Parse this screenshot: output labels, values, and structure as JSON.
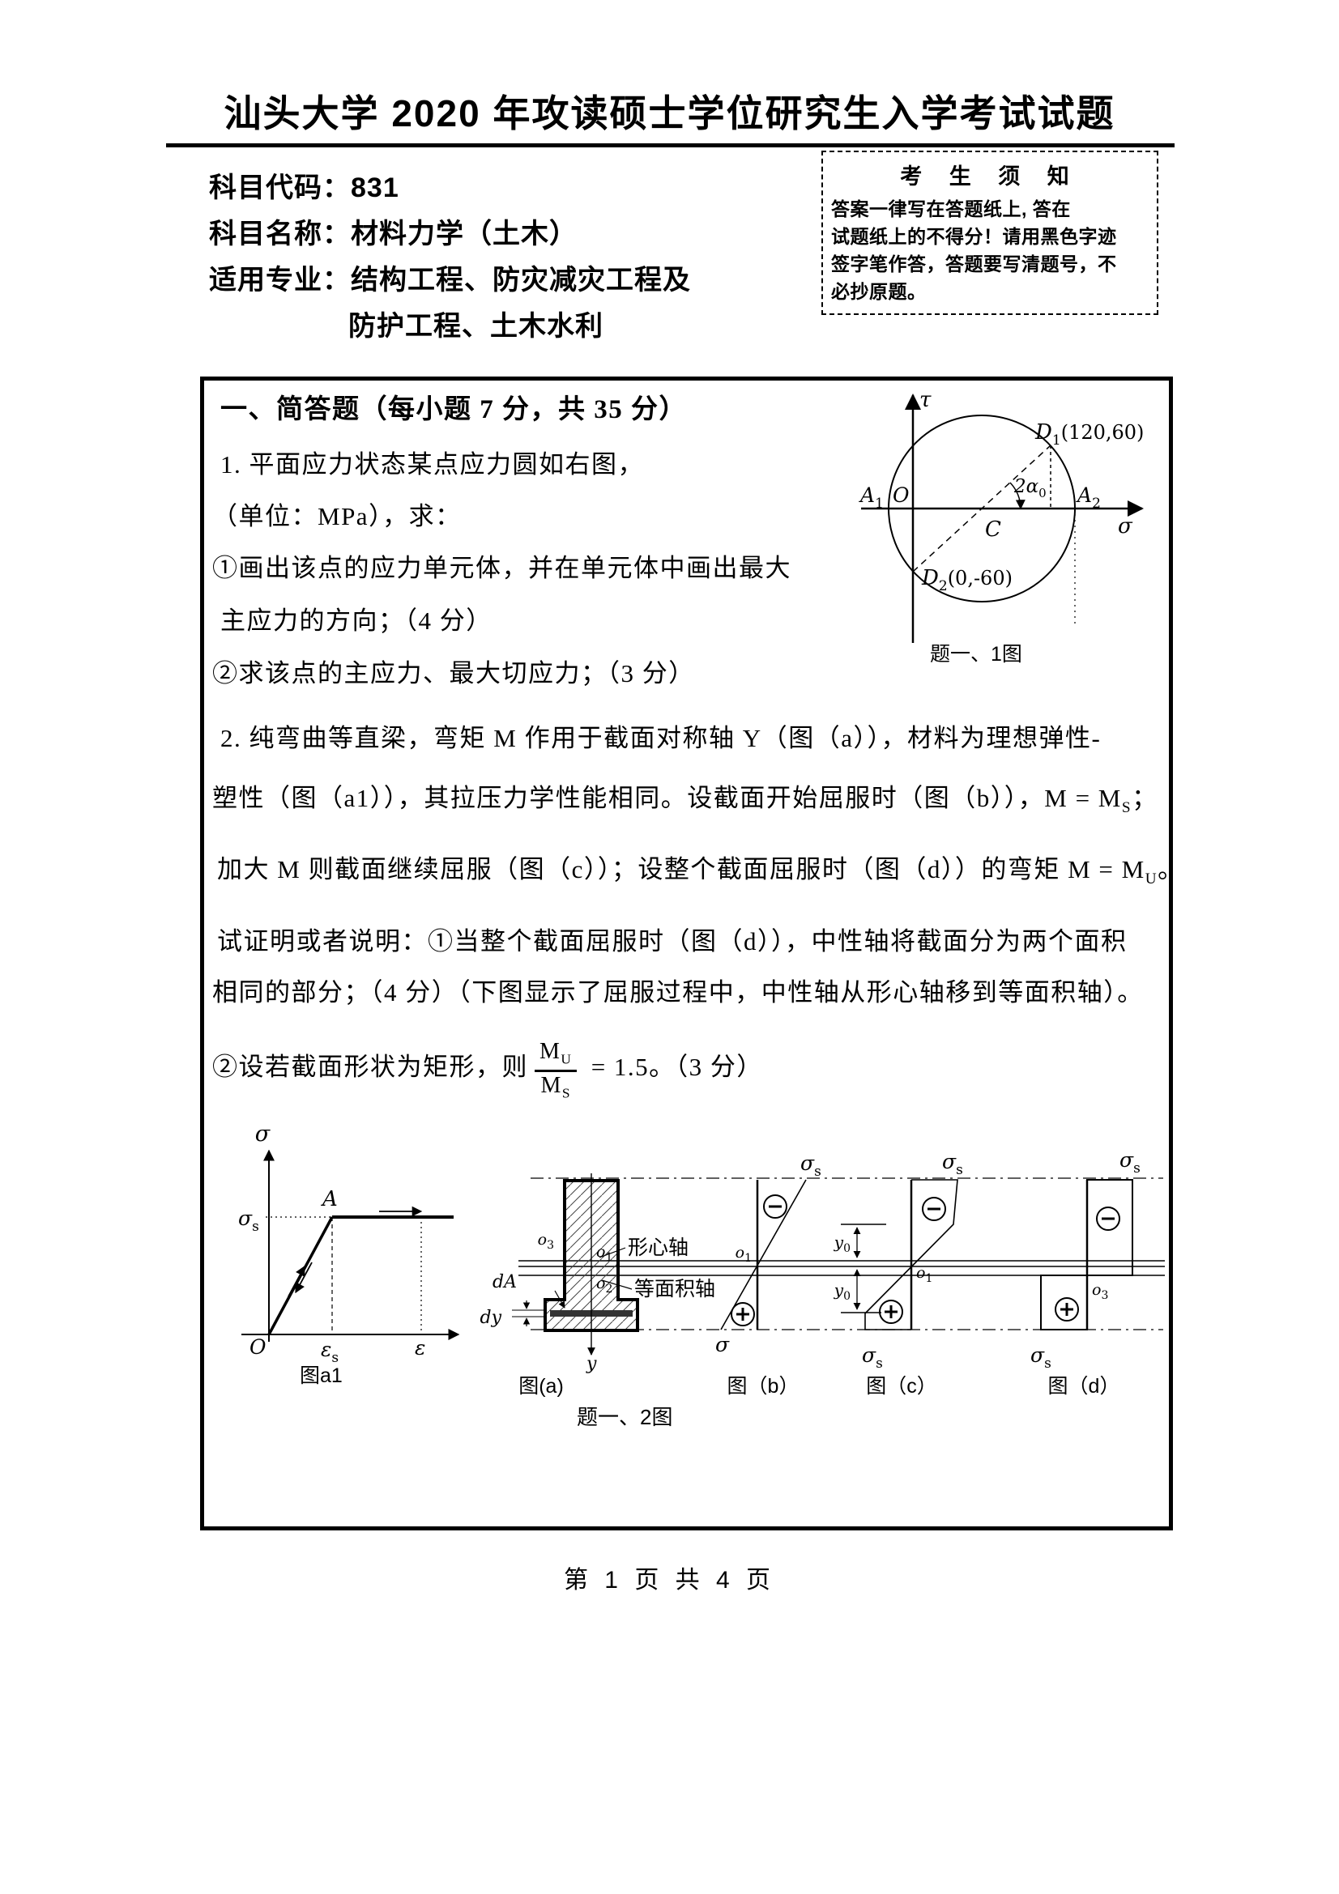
{
  "page": {
    "title": "汕头大学 2020 年攻读硕士学位研究生入学考试试题",
    "footer": "第 1 页 共 4 页"
  },
  "meta": {
    "code_label": "科目代码：",
    "code_value": "831",
    "name_label": "科目名称：",
    "name_value": "材料力学（土木）",
    "major_label": "适用专业：",
    "major_value1": "结构工程、防灾减灾工程及",
    "major_value2": "防护工程、土木水利"
  },
  "notice": {
    "title": "考 生 须 知",
    "lines": [
      "答案一律写在答题纸上, 答在",
      "试题纸上的不得分！请用黑色字迹",
      "签字笔作答，答题要写清题号，不",
      "必抄原题。"
    ]
  },
  "q": {
    "heading": "一、简答题（每小题 7 分，共 35 分）",
    "q1_l1": "1.  平面应力状态某点应力圆如右图，",
    "q1_l2": "（单位：MPa），求：",
    "q1_l3": "①画出该点的应力单元体，并在单元体中画出最大",
    "q1_l4": "主应力的方向；（4 分）",
    "q1_l5": "②求该点的主应力、最大切应力；（3 分）",
    "q2_l1": "2.  纯弯曲等直梁，弯矩 M 作用于截面对称轴 Y（图（a）），材料为理想弹性-",
    "q2_l2_pre": "塑性（图（a1）），其拉压力学性能相同。设截面开始屈服时（图（b）），M = M",
    "q2_l2_sub": "S",
    "q2_l2_post": "；",
    "q2_l3_pre": "加大 M 则截面继续屈服（图（c））；设整个截面屈服时（图（d））的弯矩 M = M",
    "q2_l3_sub": "U",
    "q2_l3_post": "。",
    "q2_l4": "试证明或者说明：①当整个截面屈服时（图（d）），中性轴将截面分为两个面积",
    "q2_l5": "相同的部分；（4 分）（下图显示了屈服过程中，中性轴从形心轴移到等面积轴）。",
    "q2_l6_pre": "②设若截面形状为矩形，则",
    "q2_l6_num": "M",
    "q2_l6_num_sub": "U",
    "q2_l6_den": "M",
    "q2_l6_den_sub": "S",
    "q2_l6_post": " = 1.5。（3 分）"
  },
  "mohr": {
    "tau": "τ",
    "sigma": "σ",
    "O": "O",
    "A": "A",
    "one": "1",
    "two": "2",
    "C": "C",
    "D": "D",
    "D1_val": "(120,60)",
    "D2_val": "(0,-60)",
    "angle": "2α",
    "zero": "0",
    "caption": "题一、1图"
  },
  "fig2": {
    "sigma": "σ",
    "s": "s",
    "A": "A",
    "O": "O",
    "eps": "ε",
    "cap_a1": "图a1",
    "centroid": "形心轴",
    "equal_area": "等面积轴",
    "o": "o",
    "one": "1",
    "two": "2",
    "three": "3",
    "dA": "dA",
    "dy": "dy",
    "y": "y",
    "zero": "0",
    "cap_a": "图(a)",
    "cap_b": "图（b）",
    "cap_c": "图（c）",
    "cap_d": "图（d）",
    "caption": "题一、2图"
  }
}
